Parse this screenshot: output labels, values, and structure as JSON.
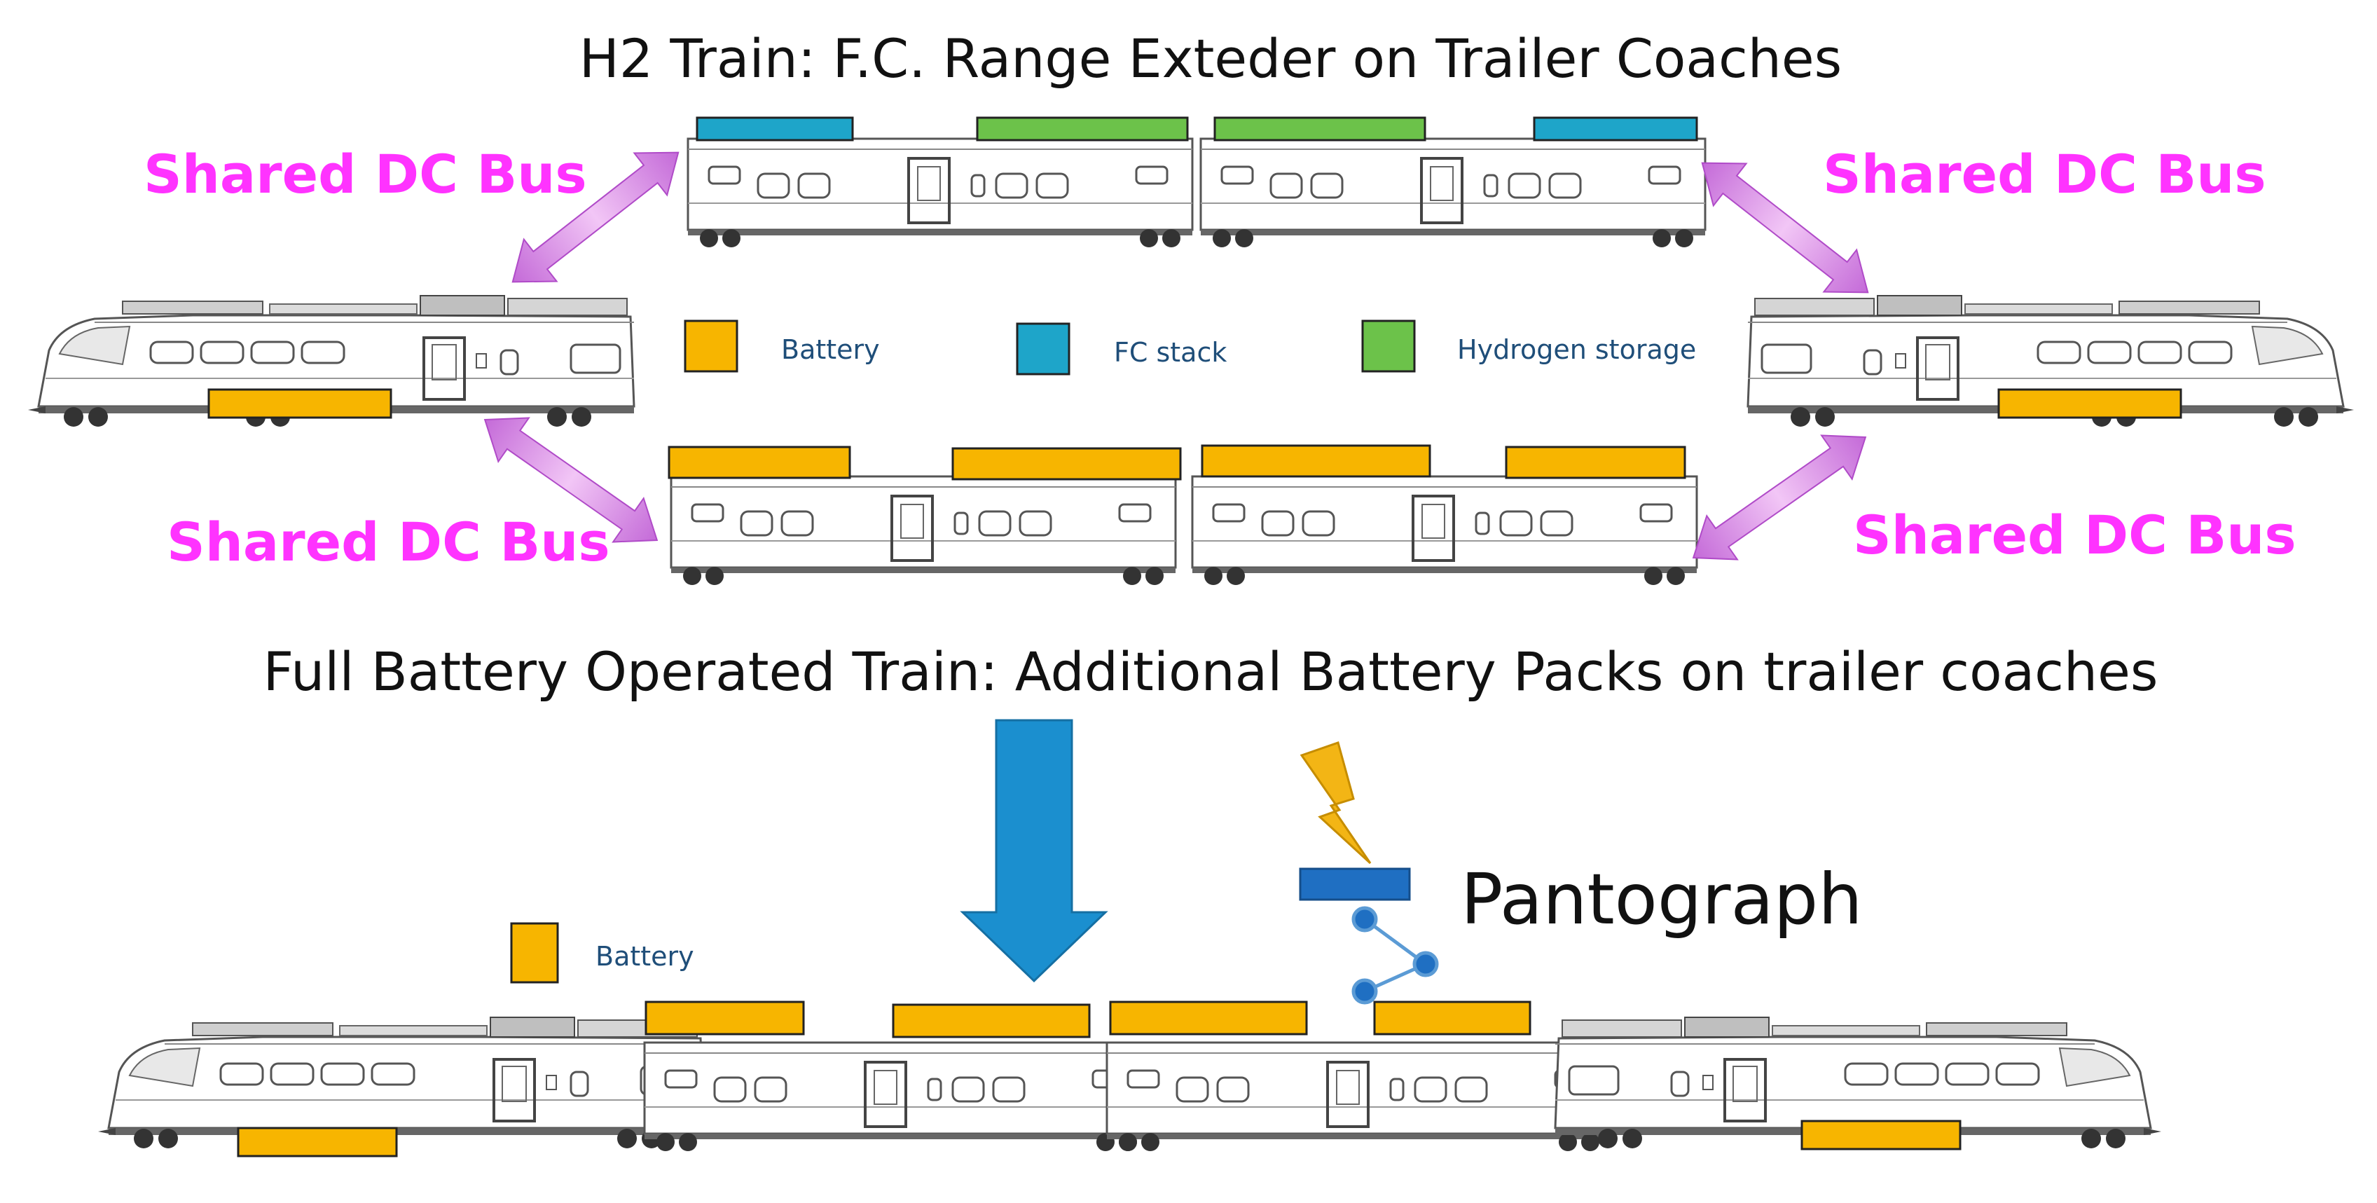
{
  "title_top": "H2 Train: F.C. Range Exteder on Trailer Coaches",
  "title_middle": "Full Battery Operated Train: Additional Battery Packs on trailer coaches",
  "bus_label": "Shared DC Bus",
  "legend": {
    "battery": "Battery",
    "fc_stack": "FC stack",
    "hydrogen_storage": "Hydrogen storage",
    "battery_bottom": "Battery"
  },
  "pantograph_label": "Pantograph",
  "colors": {
    "battery": "#f7b500",
    "fc_stack": "#1ea5c9",
    "hydrogen_storage": "#6cc24a",
    "bus_text": "#ff33ff",
    "arrow": "#c05ad6",
    "down_arrow": "#1b8fcf",
    "pantograph": "#1f6fc2",
    "lightning": "#f3b515"
  }
}
